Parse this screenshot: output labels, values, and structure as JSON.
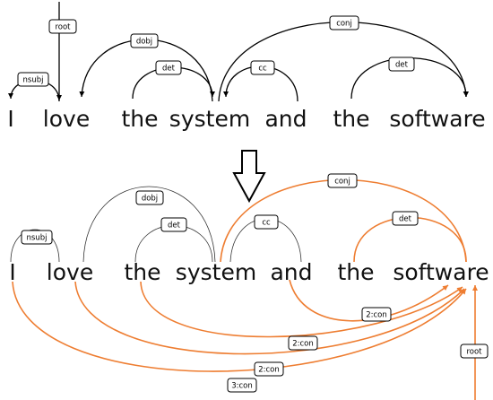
{
  "colors": {
    "original": "#000000",
    "enhanced_plain": "#333333",
    "enhanced_added": "#ee7d31"
  },
  "top": {
    "words": [
      "I",
      "love",
      "the",
      "system",
      "and",
      "the",
      "software"
    ],
    "labels": {
      "root": "root",
      "nsubj": "nsubj",
      "dobj": "dobj",
      "det1": "det",
      "cc": "cc",
      "conj": "conj",
      "det2": "det"
    }
  },
  "bottom": {
    "words": [
      "I",
      "love",
      "the",
      "system",
      "and",
      "the",
      "software"
    ],
    "labels": {
      "nsubj": "nsubj",
      "dobj": "dobj",
      "det1": "det",
      "cc": "cc",
      "conj": "conj",
      "det2": "det",
      "root": "root",
      "con_the": "2:con",
      "con_love": "2:con",
      "con_I1": "2:con",
      "con_I2": "3:con"
    }
  }
}
